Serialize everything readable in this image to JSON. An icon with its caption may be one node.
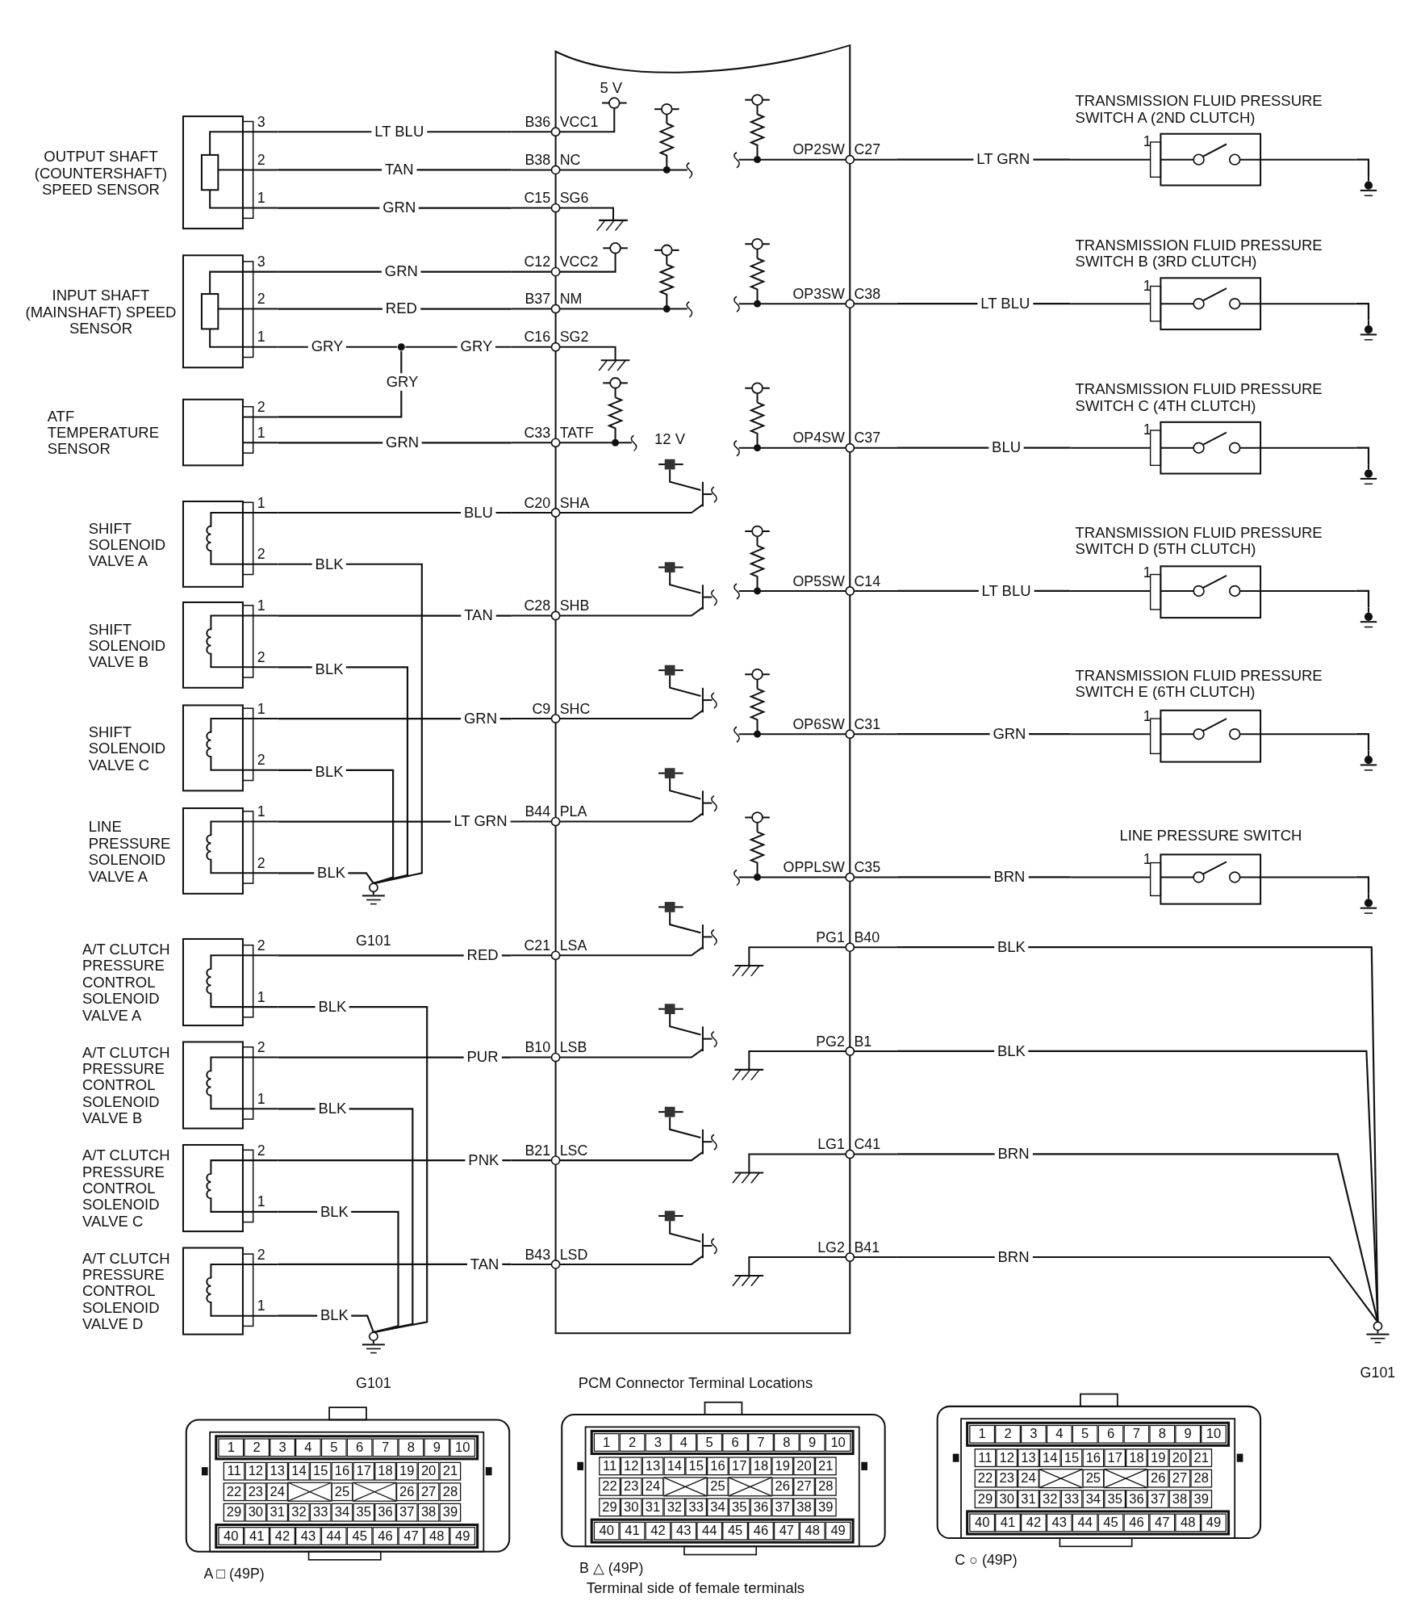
{
  "diagram": {
    "nodes": [
      {
        "text": [],
        "shape": "box"
      },
      {
        "text": [
          "B36",
          "VCC1"
        ]
      },
      {
        "text": [
          "B38",
          "NC"
        ]
      },
      {
        "text": [
          "C15",
          "SG6"
        ]
      },
      {
        "text": [
          "C12",
          "VCC2"
        ]
      },
      {
        "text": [
          "B37",
          "NM"
        ]
      },
      {
        "text": [
          "C16",
          "SG2"
        ]
      },
      {
        "text": [
          "C33",
          "TATF"
        ]
      },
      {
        "text": [
          "C20",
          "SHA"
        ]
      },
      {
        "text": [
          "C28",
          "SHB"
        ]
      },
      {
        "text": [
          "C9",
          "SHC"
        ]
      },
      {
        "text": [
          "B44",
          "PLA"
        ]
      },
      {
        "text": [
          "C21",
          "LSA"
        ]
      },
      {
        "text": [
          "B10",
          "LSB"
        ]
      },
      {
        "text": [
          "B21",
          "LSC"
        ]
      },
      {
        "text": [
          "B43",
          "LSD"
        ]
      },
      {
        "text": [
          "OP2SW",
          "C27"
        ]
      },
      {
        "text": [
          "OP3SW",
          "C38"
        ]
      },
      {
        "text": [
          "OP4SW",
          "C37"
        ]
      },
      {
        "text": [
          "OP5SW",
          "C14"
        ]
      },
      {
        "text": [
          "OP6SW",
          "C31"
        ]
      },
      {
        "text": [
          "OPPLSW",
          "C35"
        ]
      },
      {
        "text": [
          "PG1",
          "B40"
        ]
      },
      {
        "text": [
          "PG2",
          "B1"
        ]
      },
      {
        "text": [
          "LG1",
          "C41"
        ]
      },
      {
        "text": [
          "LG2",
          "B41"
        ]
      },
      {
        "text": [
          "OUTPUT SHAFT (COUNTERSHAFT) SPEED SENSOR"
        ],
        "beside": [
          "3",
          "2",
          "1"
        ]
      },
      {
        "text": [
          "INPUT SHAFT (MAINSHAFT) SPEED SENSOR"
        ],
        "beside": [
          "3",
          "2",
          "1"
        ]
      },
      {
        "text": [],
        "shape": "circle"
      },
      {
        "text": [
          "ATF TEMPERATURE SENSOR"
        ],
        "beside": [
          "2",
          "1"
        ]
      },
      {
        "text": [
          "SHIFT SOLENOID VALVE A"
        ],
        "beside": [
          "1",
          "2"
        ]
      },
      {
        "text": [
          "SHIFT SOLENOID VALVE B"
        ],
        "beside": [
          "1",
          "2"
        ]
      },
      {
        "text": [
          "SHIFT SOLENOID VALVE C"
        ],
        "beside": [
          "1",
          "2"
        ]
      },
      {
        "text": [
          "LINE PRESSURE SOLENOID VALVE A"
        ],
        "beside": [
          "1",
          "2"
        ]
      },
      {
        "text": [
          "G101"
        ]
      },
      {
        "text": [
          "A/T CLUTCH PRESSURE CONTROL SOLENOID VALVE A"
        ],
        "beside": [
          "2",
          "1"
        ]
      },
      {
        "text": [
          "A/T CLUTCH PRESSURE CONTROL SOLENOID VALVE B"
        ],
        "beside": [
          "2",
          "1"
        ]
      },
      {
        "text": [
          "A/T CLUTCH PRESSURE CONTROL SOLENOID VALVE C"
        ],
        "beside": [
          "2",
          "1"
        ]
      },
      {
        "text": [
          "A/T CLUTCH PRESSURE CONTROL SOLENOID VALVE D"
        ],
        "beside": [
          "2",
          "1"
        ]
      },
      {
        "text": [
          "G101"
        ]
      },
      {
        "text": [
          "TRANSMISSION FLUID PRESSURE SWITCH A (2ND CLUTCH)",
          "1"
        ]
      },
      {
        "text": [
          "TRANSMISSION FLUID PRESSURE SWITCH B (3RD CLUTCH)",
          "1"
        ]
      },
      {
        "text": [
          "TRANSMISSION FLUID PRESSURE SWITCH C (4TH CLUTCH)",
          "1"
        ]
      },
      {
        "text": [
          "TRANSMISSION FLUID PRESSURE SWITCH D (5TH CLUTCH)",
          "1"
        ]
      },
      {
        "text": [
          "TRANSMISSION FLUID PRESSURE SWITCH E (6TH CLUTCH)",
          "1"
        ]
      },
      {
        "text": [
          "LINE PRESSURE SWITCH",
          "1"
        ]
      },
      {
        "text": [],
        "shape": "ground"
      },
      {
        "text": [],
        "shape": "ground"
      },
      {
        "text": [],
        "shape": "ground"
      },
      {
        "text": [],
        "shape": "ground"
      },
      {
        "text": [],
        "shape": "ground"
      },
      {
        "text": [],
        "shape": "ground"
      },
      {
        "text": [
          "G101"
        ]
      }
    ],
    "edges": [
      {
        "from": 26,
        "to": 1,
        "arrow": "none",
        "label": "LT BLU"
      },
      {
        "from": 26,
        "to": 2,
        "arrow": "none",
        "label": "TAN"
      },
      {
        "from": 26,
        "to": 3,
        "arrow": "none",
        "label": "GRN"
      },
      {
        "from": 27,
        "to": 4,
        "arrow": "none",
        "label": "GRN"
      },
      {
        "from": 27,
        "to": 5,
        "arrow": "none",
        "label": "RED"
      },
      {
        "from": 27,
        "to": 28,
        "arrow": "none",
        "label": "GRY"
      },
      {
        "from": 28,
        "to": 6,
        "arrow": "none",
        "label": "GRY"
      },
      {
        "from": 29,
        "to": 28,
        "arrow": "none",
        "label": "GRY"
      },
      {
        "from": 29,
        "to": 7,
        "arrow": "none",
        "label": "GRN"
      },
      {
        "from": 30,
        "to": 8,
        "arrow": "none",
        "label": "BLU"
      },
      {
        "from": 30,
        "to": 34,
        "arrow": "none",
        "label": "BLK"
      },
      {
        "from": 31,
        "to": 9,
        "arrow": "none",
        "label": "TAN"
      },
      {
        "from": 31,
        "to": 34,
        "arrow": "none",
        "label": "BLK"
      },
      {
        "from": 32,
        "to": 10,
        "arrow": "none",
        "label": "GRN"
      },
      {
        "from": 32,
        "to": 34,
        "arrow": "none",
        "label": "BLK"
      },
      {
        "from": 33,
        "to": 11,
        "arrow": "none",
        "label": "LT GRN"
      },
      {
        "from": 33,
        "to": 34,
        "arrow": "none",
        "label": "BLK"
      },
      {
        "from": 35,
        "to": 12,
        "arrow": "none",
        "label": "RED"
      },
      {
        "from": 35,
        "to": 39,
        "arrow": "none",
        "label": "BLK"
      },
      {
        "from": 36,
        "to": 13,
        "arrow": "none",
        "label": "PUR"
      },
      {
        "from": 36,
        "to": 39,
        "arrow": "none",
        "label": "BLK"
      },
      {
        "from": 37,
        "to": 14,
        "arrow": "none",
        "label": "PNK"
      },
      {
        "from": 37,
        "to": 39,
        "arrow": "none",
        "label": "BLK"
      },
      {
        "from": 38,
        "to": 15,
        "arrow": "none",
        "label": "TAN"
      },
      {
        "from": 38,
        "to": 39,
        "arrow": "none",
        "label": "BLK"
      },
      {
        "from": 16,
        "to": 40,
        "arrow": "none",
        "label": "LT GRN"
      },
      {
        "from": 40,
        "to": 46,
        "arrow": "none"
      },
      {
        "from": 17,
        "to": 41,
        "arrow": "none",
        "label": "LT BLU"
      },
      {
        "from": 41,
        "to": 47,
        "arrow": "none"
      },
      {
        "from": 18,
        "to": 42,
        "arrow": "none",
        "label": "BLU"
      },
      {
        "from": 42,
        "to": 48,
        "arrow": "none"
      },
      {
        "from": 19,
        "to": 43,
        "arrow": "none",
        "label": "LT BLU"
      },
      {
        "from": 43,
        "to": 49,
        "arrow": "none"
      },
      {
        "from": 20,
        "to": 44,
        "arrow": "none",
        "label": "GRN"
      },
      {
        "from": 44,
        "to": 50,
        "arrow": "none"
      },
      {
        "from": 21,
        "to": 45,
        "arrow": "none",
        "label": "BRN"
      },
      {
        "from": 45,
        "to": 51,
        "arrow": "none"
      },
      {
        "from": 22,
        "to": 52,
        "arrow": "none",
        "label": "BLK"
      },
      {
        "from": 23,
        "to": 52,
        "arrow": "none",
        "label": "BLK"
      },
      {
        "from": 24,
        "to": 52,
        "arrow": "none",
        "label": "BRN"
      },
      {
        "from": 25,
        "to": 52,
        "arrow": "none",
        "label": "BRN"
      }
    ],
    "labels": [
      "5 V",
      "12 V",
      "PCM Connector Terminal Locations",
      "1",
      "2",
      "3",
      "4",
      "5",
      "6",
      "7",
      "8",
      "9",
      "10",
      "11",
      "12",
      "13",
      "14",
      "15",
      "16",
      "17",
      "18",
      "19",
      "20",
      "21",
      "22",
      "23",
      "24",
      "25",
      "26",
      "27",
      "28",
      "29",
      "30",
      "31",
      "32",
      "33",
      "34",
      "35",
      "36",
      "37",
      "38",
      "39",
      "40",
      "41",
      "42",
      "43",
      "44",
      "45",
      "46",
      "47",
      "48",
      "49",
      "A □ (49P)",
      "1",
      "2",
      "3",
      "4",
      "5",
      "6",
      "7",
      "8",
      "9",
      "10",
      "11",
      "12",
      "13",
      "14",
      "15",
      "16",
      "17",
      "18",
      "19",
      "20",
      "21",
      "22",
      "23",
      "24",
      "25",
      "26",
      "27",
      "28",
      "29",
      "30",
      "31",
      "32",
      "33",
      "34",
      "35",
      "36",
      "37",
      "38",
      "39",
      "40",
      "41",
      "42",
      "43",
      "44",
      "45",
      "46",
      "47",
      "48",
      "49",
      "B △ (49P)",
      "1",
      "2",
      "3",
      "4",
      "5",
      "6",
      "7",
      "8",
      "9",
      "10",
      "11",
      "12",
      "13",
      "14",
      "15",
      "16",
      "17",
      "18",
      "19",
      "20",
      "21",
      "22",
      "23",
      "24",
      "25",
      "26",
      "27",
      "28",
      "29",
      "30",
      "31",
      "32",
      "33",
      "34",
      "35",
      "36",
      "37",
      "38",
      "39",
      "40",
      "41",
      "42",
      "43",
      "44",
      "45",
      "46",
      "47",
      "48",
      "49",
      "C ○ (49P)",
      "Terminal side of female terminals"
    ]
  }
}
